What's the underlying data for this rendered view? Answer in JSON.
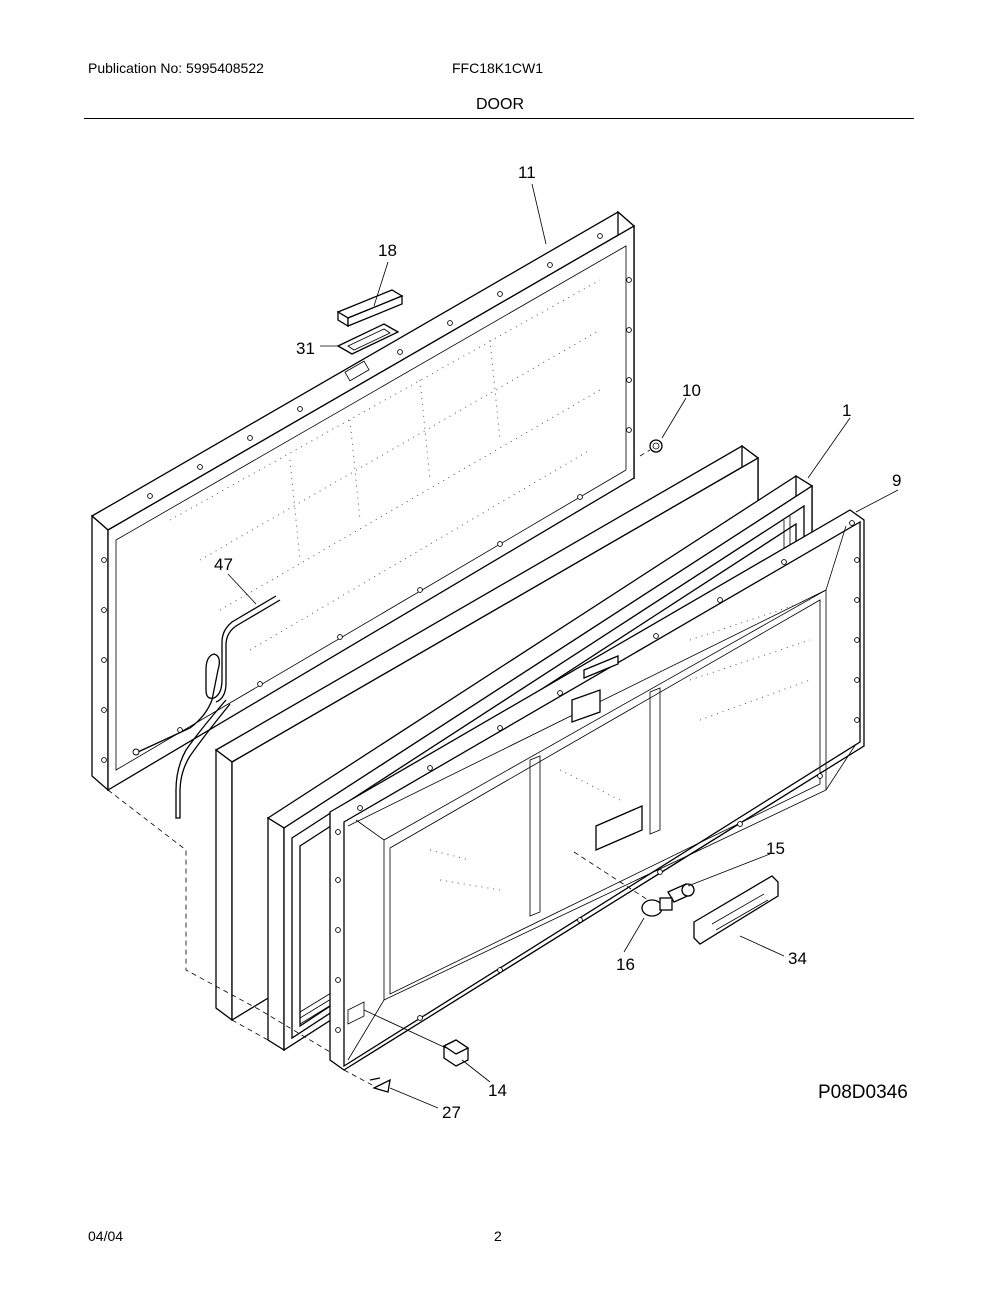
{
  "header": {
    "publication": "Publication No: 5995408522",
    "model": "FFC18K1CW1",
    "section": "DOOR"
  },
  "footer": {
    "date": "04/04",
    "page": "2"
  },
  "diagram": {
    "code": "P08D0346",
    "callouts": {
      "c11": "11",
      "c18": "18",
      "c31": "31",
      "c10": "10",
      "c1": "1",
      "c9": "9",
      "c47": "47",
      "c15": "15",
      "c16": "16",
      "c34": "34",
      "c14": "14",
      "c27": "27"
    }
  }
}
